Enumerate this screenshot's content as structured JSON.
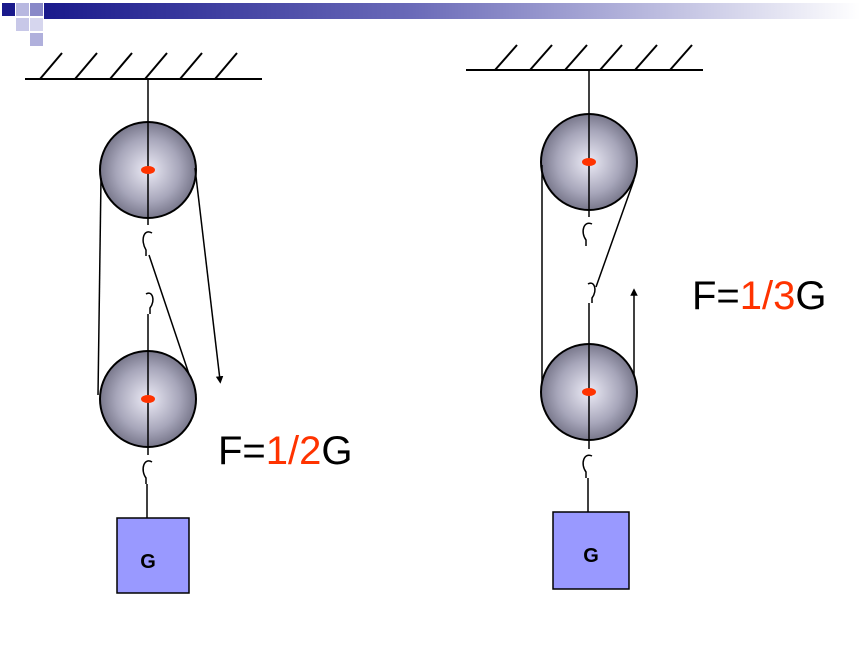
{
  "colors": {
    "header_gradient_start": "#1a1a8c",
    "header_gradient_end": "#ffffff",
    "pulley_fill_light": "#ecebf6",
    "pulley_fill_dark": "#6b6a7e",
    "axle": "#ff3300",
    "weight_box_fill": "#9999ff",
    "fraction_highlight": "#ff3300",
    "line": "#000000"
  },
  "left_system": {
    "weight_label": "G",
    "formula": {
      "prefix": "F=",
      "fraction": "1/2",
      "suffix": "G"
    }
  },
  "right_system": {
    "weight_label": "G",
    "formula": {
      "prefix": "F=",
      "fraction": "1/3",
      "suffix": "G"
    }
  }
}
